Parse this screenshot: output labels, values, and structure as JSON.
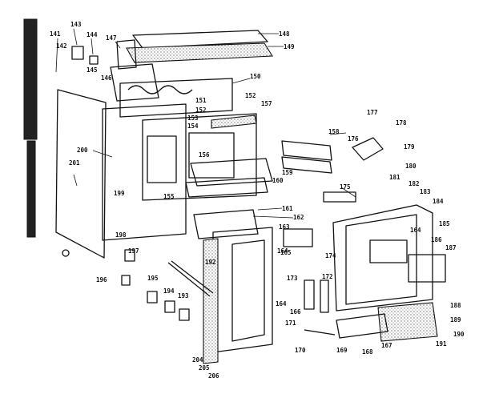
{
  "callouts": [
    {
      "id": "c141",
      "text": "141"
    },
    {
      "id": "c142",
      "text": "142"
    },
    {
      "id": "c143",
      "text": "143"
    },
    {
      "id": "c144",
      "text": "144"
    },
    {
      "id": "c145",
      "text": "145"
    },
    {
      "id": "c146",
      "text": "146"
    },
    {
      "id": "c147",
      "text": "147"
    },
    {
      "id": "c148",
      "text": "148"
    },
    {
      "id": "c149",
      "text": "149"
    },
    {
      "id": "c150",
      "text": "150"
    },
    {
      "id": "c151",
      "text": "151"
    },
    {
      "id": "c152a",
      "text": "152"
    },
    {
      "id": "c152b",
      "text": "152"
    },
    {
      "id": "c153",
      "text": "153"
    },
    {
      "id": "c154",
      "text": "154"
    },
    {
      "id": "c157",
      "text": "157"
    },
    {
      "id": "c158",
      "text": "158"
    },
    {
      "id": "c156",
      "text": "156"
    },
    {
      "id": "c155",
      "text": "155"
    },
    {
      "id": "c159",
      "text": "159"
    },
    {
      "id": "c160",
      "text": "160"
    },
    {
      "id": "c161",
      "text": "161"
    },
    {
      "id": "c162",
      "text": "162"
    },
    {
      "id": "c163",
      "text": "163"
    },
    {
      "id": "c164a",
      "text": "164"
    },
    {
      "id": "c165",
      "text": "165"
    },
    {
      "id": "c174",
      "text": "174"
    },
    {
      "id": "c175",
      "text": "175"
    },
    {
      "id": "c176",
      "text": "176"
    },
    {
      "id": "c177",
      "text": "177"
    },
    {
      "id": "c178",
      "text": "178"
    },
    {
      "id": "c179",
      "text": "179"
    },
    {
      "id": "c180",
      "text": "180"
    },
    {
      "id": "c181",
      "text": "181"
    },
    {
      "id": "c182",
      "text": "182"
    },
    {
      "id": "c183",
      "text": "183"
    },
    {
      "id": "c184",
      "text": "184"
    },
    {
      "id": "c185",
      "text": "185"
    },
    {
      "id": "c186",
      "text": "186"
    },
    {
      "id": "c187a",
      "text": "187"
    },
    {
      "id": "c188",
      "text": "188"
    },
    {
      "id": "c189",
      "text": "189"
    },
    {
      "id": "c190",
      "text": "190"
    },
    {
      "id": "c191",
      "text": "191"
    },
    {
      "id": "c164b",
      "text": "164"
    },
    {
      "id": "c200",
      "text": "200"
    },
    {
      "id": "c201",
      "text": "201"
    },
    {
      "id": "c199",
      "text": "199"
    },
    {
      "id": "c198",
      "text": "198"
    },
    {
      "id": "c197",
      "text": "197"
    },
    {
      "id": "c196",
      "text": "196"
    },
    {
      "id": "c195",
      "text": "195"
    },
    {
      "id": "c194",
      "text": "194"
    },
    {
      "id": "c193",
      "text": "193"
    },
    {
      "id": "c192",
      "text": "192"
    },
    {
      "id": "c173",
      "text": "173"
    },
    {
      "id": "c172",
      "text": "172"
    },
    {
      "id": "c171",
      "text": "171"
    },
    {
      "id": "c170",
      "text": "170"
    },
    {
      "id": "c169",
      "text": "169"
    },
    {
      "id": "c168",
      "text": "168"
    },
    {
      "id": "c167",
      "text": "167"
    },
    {
      "id": "c166",
      "text": "166"
    },
    {
      "id": "c164c",
      "text": "164"
    },
    {
      "id": "c204",
      "text": "204"
    },
    {
      "id": "c205",
      "text": "205"
    },
    {
      "id": "c206",
      "text": "206"
    }
  ]
}
